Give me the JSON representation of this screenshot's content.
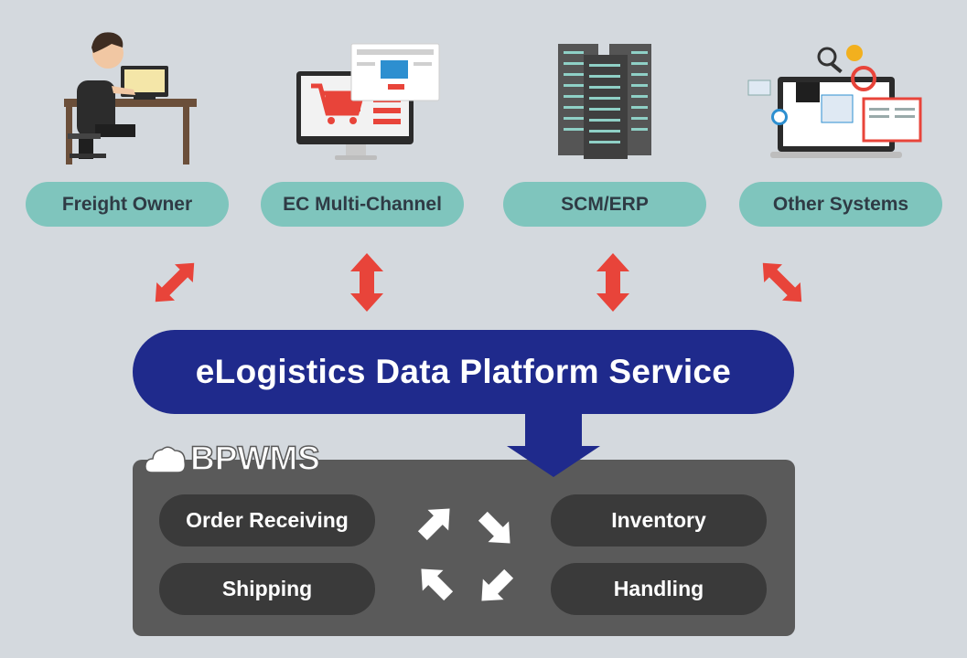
{
  "sources": [
    {
      "label": "Freight Owner",
      "icon": "person-at-desk-icon"
    },
    {
      "label": "EC Multi-Channel",
      "icon": "shopping-cart-monitor-icon"
    },
    {
      "label": "SCM/ERP",
      "icon": "server-rack-icon"
    },
    {
      "label": "Other Systems",
      "icon": "laptop-apps-icon"
    }
  ],
  "platform": {
    "title": "eLogistics Data Platform Service"
  },
  "bpwms": {
    "title": "BPWMS",
    "modules": [
      "Order Receiving",
      "Inventory",
      "Shipping",
      "Handling"
    ]
  },
  "colors": {
    "background": "#d4d9de",
    "pill": "#7fc5bd",
    "pill_text": "#2f3b45",
    "arrow": "#e8443a",
    "platform": "#1f2a8c",
    "bpwms_panel": "#5a5a5a",
    "module": "#3a3a3a"
  }
}
